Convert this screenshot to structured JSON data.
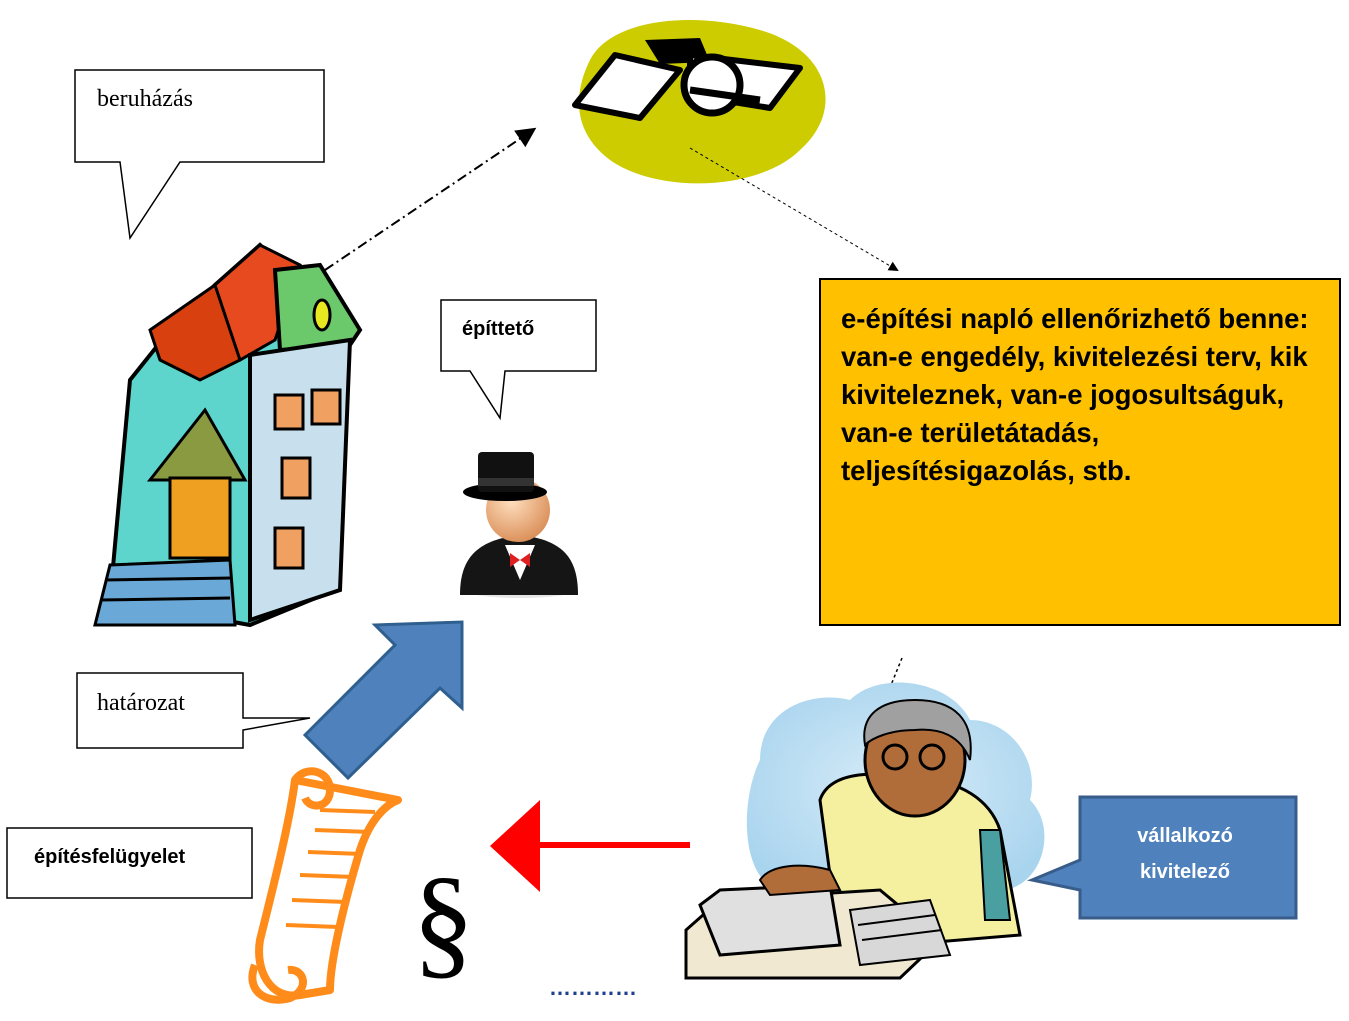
{
  "callouts": {
    "beruhazas": "beruházás",
    "epitteto": "építtető",
    "hatarozat": "határozat",
    "epitesfelugyelet": "építésfelügyelet",
    "vallalkozo_line1": "vállalkozó",
    "vallalkozo_line2": "kivitelező"
  },
  "info_box": {
    "text": "e-építési napló ellenőrizhető benne: van-e engedély, kivitelezési terv, kik kiviteleznek, van-e jogosultságuk, van-e területátadás, teljesítésigazolás, stb."
  },
  "symbols": {
    "section": "§",
    "dots": "…………"
  },
  "colors": {
    "info_box_fill": "#ffc000",
    "blue_arrow": "#4f81bd",
    "red_arrow": "#ff0000",
    "satellite_blob": "#cccc00",
    "vallalkozo_callout": "#4f81bd",
    "scroll_orange": "#ff8c1a"
  }
}
